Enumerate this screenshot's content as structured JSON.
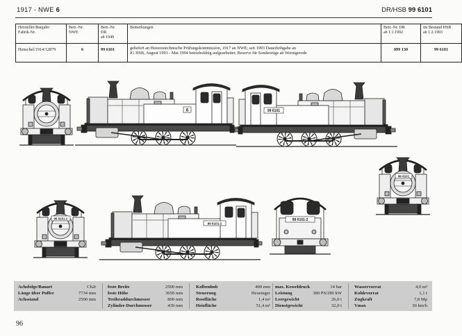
{
  "header": {
    "left_prefix": "1917 - NWE",
    "left_number": "6",
    "right_prefix": "DR/HSB",
    "right_number": "99 6101"
  },
  "table": {
    "headers": [
      "Hersteller/Baujahr/\nFabrik-Nr.",
      "Betr.-Nr.\nNWE",
      "Betr.-Nr.\nDR\nab 1949",
      "Bemerkungen",
      "Betr.-Nr. DR\nab 1.1.1992",
      "im Bestand HSB\nab 1.2.1993"
    ],
    "rows": [
      [
        "Henschel/1914/12879",
        "6",
        "99 6101",
        "geliefert an Heeerestechnische Prüfungskommission, 1917 an NWE; seit 1993 Dauerleihgabe an\nIG HSB, August 1993 - Mai 1994 betriebsfähig aufgearbeitet; Reserve für Sonderzüge ab Wernigerode",
        "099 130",
        "99 6101"
      ]
    ]
  },
  "drawings": {
    "side_view_upper_plate": "6",
    "side_view_upper_right_plate": "99 6101",
    "front_view_right_plate": "99 6101",
    "front_view_lower_plate": "99 6101-2",
    "side_view_lower_plate": "99 6101-2",
    "rear_view_plate": "99 6101-2"
  },
  "specs": [
    [
      {
        "label": "Achsfolge/Bauart",
        "value": "Ch2t"
      },
      {
        "label": "Länge über Puffer",
        "value": "7734 mm"
      },
      {
        "label": "Achsstand",
        "value": "2500 mm"
      }
    ],
    [
      {
        "label": "feste Breite",
        "value": "2500 mm"
      },
      {
        "label": "feste Höhe",
        "value": "3650 mm"
      },
      {
        "label": "Treibraddurchmesser",
        "value": "800 mm"
      },
      {
        "label": "Zylinder-Durchmesser",
        "value": "430 mm"
      }
    ],
    [
      {
        "label": "Kolbenhub",
        "value": "400 mm"
      },
      {
        "label": "Steuerung",
        "value": "Heusinger"
      },
      {
        "label": "Rostfläche",
        "value": "1,4 m²"
      },
      {
        "label": "Heizfläche",
        "value": "51,4 m²"
      }
    ],
    [
      {
        "label": "max. Kesseldruck",
        "value": "14 bar"
      },
      {
        "label": "Leistung",
        "value": "380 PS/280 kW"
      },
      {
        "label": "Leergewicht",
        "value": "26,0 t"
      },
      {
        "label": "Dienstgewicht",
        "value": "32,0 t"
      }
    ],
    [
      {
        "label": "Wasservorrat",
        "value": "4,0 m³"
      },
      {
        "label": "Kohlevorrat",
        "value": "1,1 t"
      },
      {
        "label": "Zugkraft",
        "value": "7,8 Mp"
      },
      {
        "label": "Vmax",
        "value": "30 km/h"
      }
    ]
  ],
  "page_number": "96"
}
